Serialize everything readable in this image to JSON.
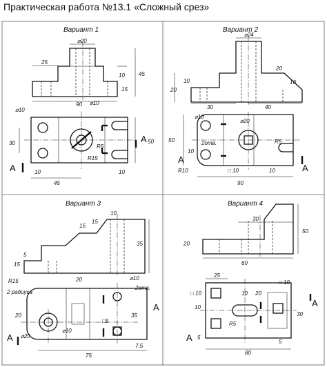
{
  "title": "Практическая работа №13.1 «Сложный срез»",
  "variants": {
    "v1": {
      "label": "Вариант 1",
      "dims": [
        "⌀20",
        "25",
        "45",
        "10",
        "15",
        "90",
        "⌀10",
        "⌀10",
        "30",
        "R5",
        "50",
        "R15",
        "10",
        "10",
        "45"
      ],
      "section": "А"
    },
    "v2": {
      "label": "Вариант 2",
      "dims": [
        "⌀24",
        "20",
        "20",
        "10",
        "10",
        "30",
        "40",
        "⌀10",
        "⌀20",
        "2отв.",
        "R5",
        "50",
        "10",
        "R10",
        "□ 10",
        "10",
        "90"
      ],
      "section": "А"
    },
    "v3": {
      "label": "Вариант 3",
      "dims": [
        "15",
        "15",
        "10",
        "35",
        "15",
        "5",
        "R15",
        "2 радиуса",
        "20",
        "⌀10",
        "2отв.",
        "20",
        "35",
        "□5",
        "⌀20",
        "⌀10",
        "7,5",
        "75"
      ],
      "section": "А"
    },
    "v4": {
      "label": "Вариант 4",
      "dims": [
        "30",
        "50",
        "20",
        "60",
        "25",
        "10",
        "20",
        "□ 10",
        "10",
        "30",
        "R5",
        "□ 10",
        "5",
        "80",
        "5"
      ],
      "section": "А"
    }
  }
}
